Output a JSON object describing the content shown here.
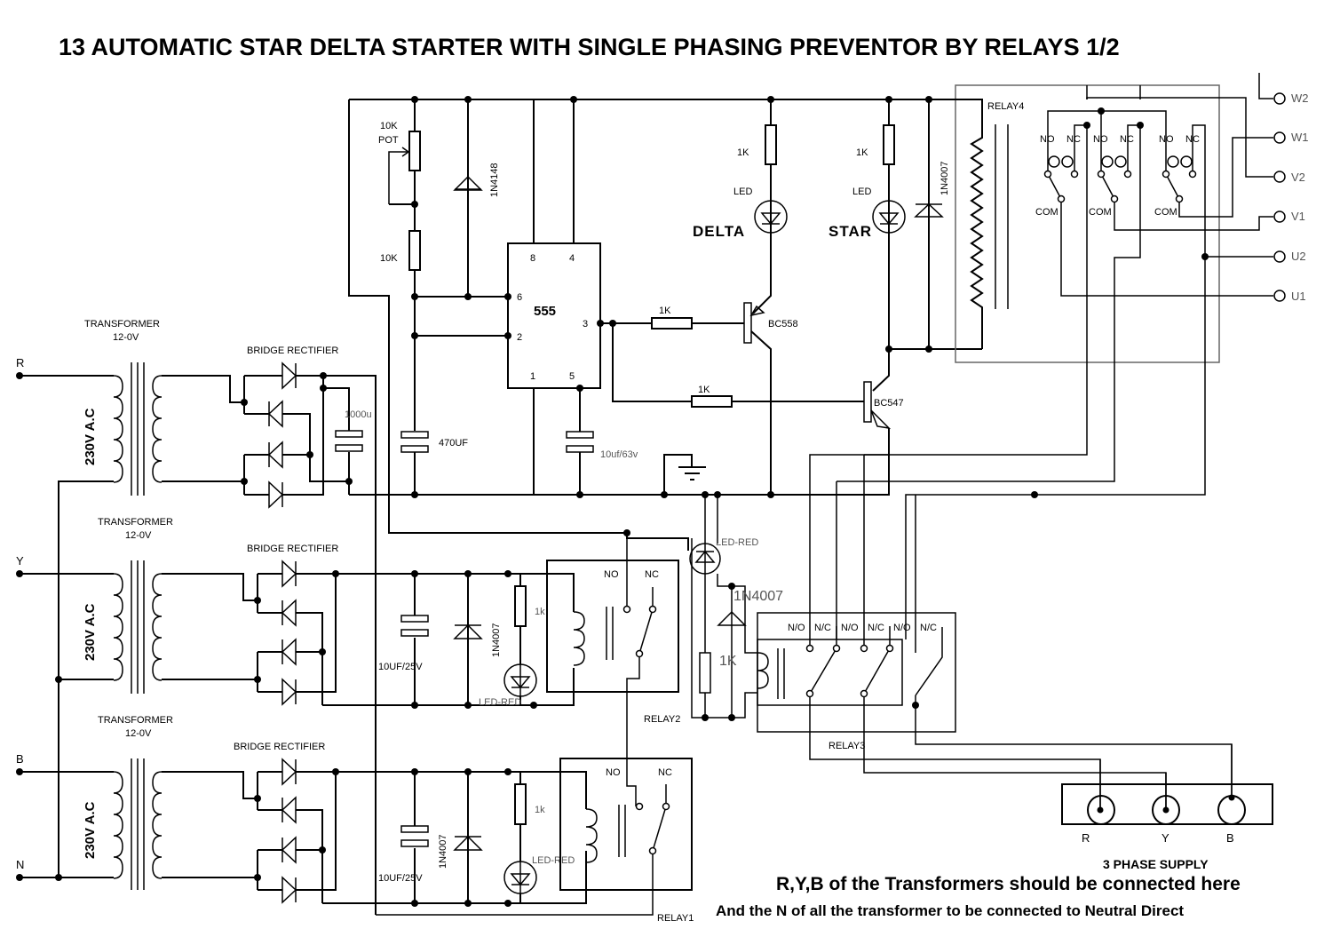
{
  "title": "13 AUTOMATIC STAR DELTA STARTER WITH SINGLE PHASING PREVENTOR BY RELAYS 1/2",
  "supply_inputs": [
    "R",
    "Y",
    "B",
    "N"
  ],
  "transformers": [
    {
      "name": "TRANSFORMER",
      "rating": "12-0V",
      "primary": "230V A.C",
      "rectifier": "BRIDGE RECTIFIER"
    },
    {
      "name": "TRANSFORMER",
      "rating": "12-0V",
      "primary": "230V A.C",
      "rectifier": "BRIDGE RECTIFIER"
    },
    {
      "name": "TRANSFORMER",
      "rating": "12-0V",
      "primary": "230V A.C",
      "rectifier": "BRIDGE RECTIFIER"
    }
  ],
  "timer": {
    "ic": "555",
    "pins": {
      "p8": "8",
      "p4": "4",
      "p6": "6",
      "p2": "2",
      "p3": "3",
      "p1": "1",
      "p5": "5"
    },
    "pot": "10K POT",
    "pot_l1": "10K",
    "pot_l2": "POT",
    "resistor": "10K",
    "diode": "1N4148",
    "timing_cap": "470UF",
    "pin5_cap": "10uf/63v",
    "filter_cap": "1000u"
  },
  "driver": {
    "r_delta": "1K",
    "r_star": "1K",
    "r_base_pnp": "1K",
    "r_base_npn": "1K",
    "led_delta_label": "LED",
    "led_star_label": "LED",
    "delta_label": "DELTA",
    "star_label": "STAR",
    "pnp": "BC558",
    "npn": "BC547",
    "flyback_diode": "1N4007"
  },
  "relay4": {
    "name": "RELAY4",
    "contacts": [
      {
        "no": "NO",
        "nc": "NC",
        "com": "COM"
      },
      {
        "no": "NO",
        "nc": "NC",
        "com": "COM"
      },
      {
        "no": "NO",
        "nc": "NC",
        "com": "COM"
      }
    ]
  },
  "motor_terminals": [
    "W2",
    "W1",
    "V2",
    "V1",
    "U2",
    "U1"
  ],
  "relay2_section": {
    "cap": "10UF/25V",
    "diode": "1N4007",
    "resistor": "1k",
    "led": "LED-RED",
    "relay": "RELAY2",
    "no": "NO",
    "nc": "NC"
  },
  "relay1_section": {
    "cap": "10UF/25V",
    "diode": "1N4007",
    "resistor": "1k",
    "led": "LED-RED",
    "relay": "RELAY1",
    "no": "NO",
    "nc": "NC"
  },
  "relay3_section": {
    "led": "LED-RED",
    "diode": "1N4007",
    "resistor": "1K",
    "relay": "RELAY3",
    "contacts": [
      "N/O",
      "N/C",
      "N/O",
      "N/C",
      "N/O",
      "N/C"
    ]
  },
  "three_phase": {
    "terminals": [
      "R",
      "Y",
      "B"
    ],
    "label": "3 PHASE SUPPLY"
  },
  "notes": [
    "R,Y,B of the Transformers should be connected here",
    "And the N of all the transformer to be connected to Neutral Direct"
  ]
}
